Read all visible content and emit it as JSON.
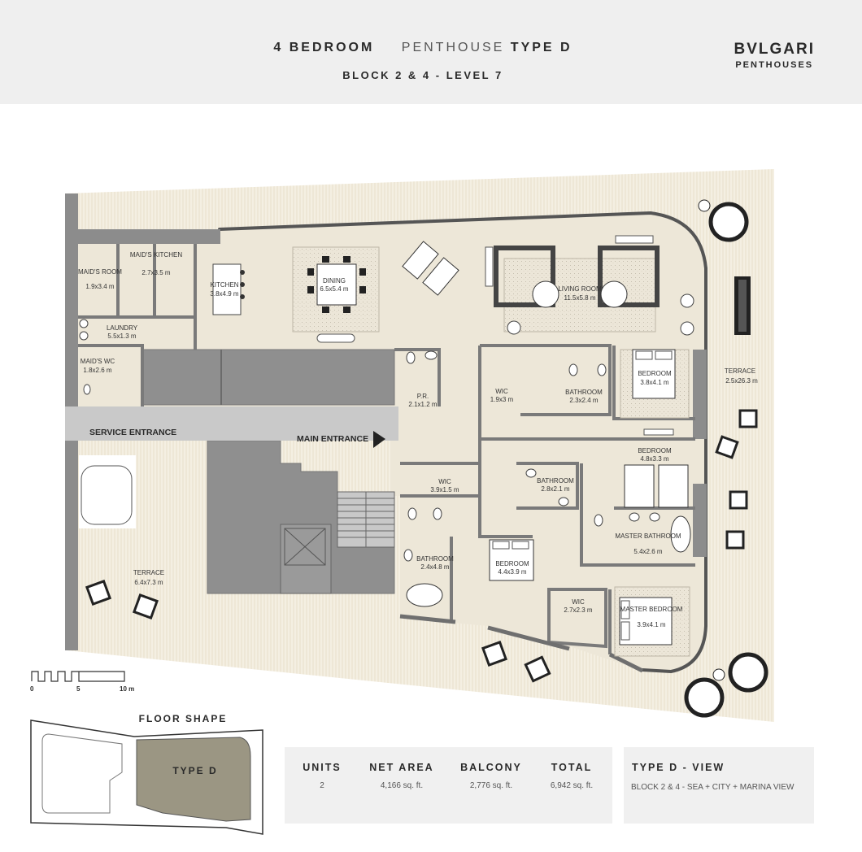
{
  "header": {
    "title_main": "4 BEDROOM",
    "title_thin": "PENTHOUSE",
    "title_strong": "TYPE D",
    "subtitle": "BLOCK 2 & 4 - LEVEL 7",
    "brand_name": "BVLGARI",
    "brand_sub": "PENTHOUSES"
  },
  "rooms": {
    "maids_room": {
      "name": "MAID'S ROOM",
      "size": "1.9x3.4 m"
    },
    "maids_kitchen": {
      "name": "MAID'S KITCHEN",
      "size": "2.7x3.5 m"
    },
    "kitchen": {
      "name": "KITCHEN",
      "size": "3.8x4.9 m"
    },
    "dining": {
      "name": "DINING",
      "size": "6.5x5.4 m"
    },
    "living": {
      "name": "LIVING ROOM",
      "size": "11.5x5.8 m"
    },
    "laundry": {
      "name": "LAUNDRY",
      "size": "5.5x1.3 m"
    },
    "maids_wc": {
      "name": "MAID'S WC",
      "size": "1.8x2.6 m"
    },
    "pr": {
      "name": "P.R.",
      "size": "2.1x1.2 m"
    },
    "wic1": {
      "name": "WIC",
      "size": "1.9x3 m"
    },
    "bathroom1": {
      "name": "BATHROOM",
      "size": "2.3x2.4 m"
    },
    "bedroom1": {
      "name": "BEDROOM",
      "size": "3.8x4.1 m"
    },
    "terrace_east": {
      "name": "TERRACE",
      "size": "2.5x26.3 m"
    },
    "bedroom2": {
      "name": "BEDROOM",
      "size": "4.8x3.3 m"
    },
    "wic2": {
      "name": "WIC",
      "size": "3.9x1.5 m"
    },
    "bathroom2": {
      "name": "BATHROOM",
      "size": "2.8x2.1 m"
    },
    "master_bath": {
      "name": "MASTER BATHROOM",
      "size": "5.4x2.6 m"
    },
    "bathroom3": {
      "name": "BATHROOM",
      "size": "2.4x4.8 m"
    },
    "bedroom3": {
      "name": "BEDROOM",
      "size": "4.4x3.9 m"
    },
    "wic3": {
      "name": "WIC",
      "size": "2.7x2.3 m"
    },
    "master_bed": {
      "name": "MASTER BEDROOM",
      "size": "3.9x4.1 m"
    },
    "terrace_west": {
      "name": "TERRACE",
      "size": "6.4x7.3 m"
    }
  },
  "labels": {
    "service_entrance": "SERVICE ENTRANCE",
    "main_entrance": "MAIN ENTRANCE"
  },
  "scale": {
    "t0": "0",
    "t5": "5",
    "t10": "10 m"
  },
  "floor_shape": {
    "title": "FLOOR SHAPE",
    "type_label": "TYPE D"
  },
  "stats": {
    "units_label": "UNITS",
    "units_value": "2",
    "net_label": "NET AREA",
    "net_value": "4,166 sq. ft.",
    "balcony_label": "BALCONY",
    "balcony_value": "2,776 sq. ft.",
    "total_label": "TOTAL",
    "total_value": "6,942 sq. ft."
  },
  "view": {
    "label": "TYPE D - VIEW",
    "value": "BLOCK 2 & 4  - SEA  + CITY + MARINA VIEW"
  },
  "colors": {
    "floor": "#ede7d8",
    "terrace": "#f4efe2",
    "core": "#8f8f8f",
    "wall": "#7a7a7a",
    "type_d": "#9b9683"
  }
}
